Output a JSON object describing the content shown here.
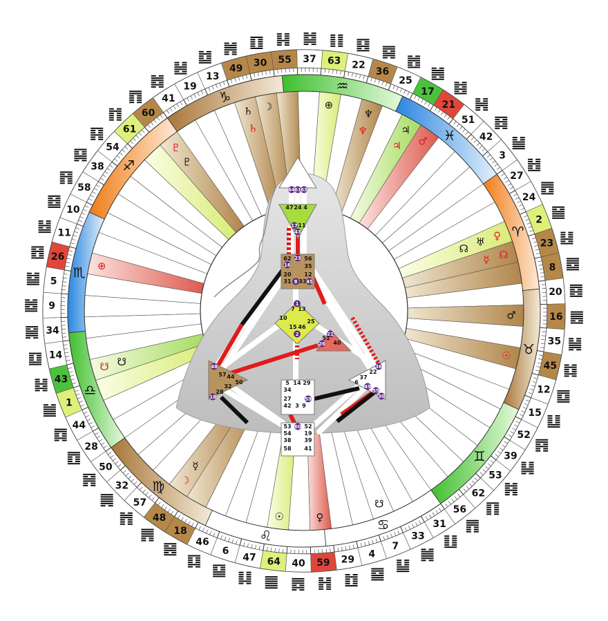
{
  "colors": {
    "tan": "#b5884a",
    "tan_light": "#e8d8b8",
    "green": "#4cc23c",
    "green_light": "#c8f0a0",
    "yellowgreen": "#dff07a",
    "red": "#e0473a",
    "orange": "#f08a28",
    "blue": "#2f8be0",
    "purple": "#5b2a86",
    "gray": "#c8c8c8",
    "gray_dark": "#9a9a9a",
    "black": "#111111",
    "body_red": "#e11b1b"
  },
  "gates": [
    {
      "n": "41",
      "hl": "none"
    },
    {
      "n": "19",
      "hl": "none"
    },
    {
      "n": "13",
      "hl": "none"
    },
    {
      "n": "49",
      "hl": "tan"
    },
    {
      "n": "30",
      "hl": "tan"
    },
    {
      "n": "55",
      "hl": "tan"
    },
    {
      "n": "37",
      "hl": "none"
    },
    {
      "n": "63",
      "hl": "yellowgreen"
    },
    {
      "n": "22",
      "hl": "none"
    },
    {
      "n": "36",
      "hl": "tan"
    },
    {
      "n": "25",
      "hl": "none"
    },
    {
      "n": "17",
      "hl": "green"
    },
    {
      "n": "21",
      "hl": "red"
    },
    {
      "n": "51",
      "hl": "none"
    },
    {
      "n": "42",
      "hl": "none"
    },
    {
      "n": "3",
      "hl": "none"
    },
    {
      "n": "27",
      "hl": "none"
    },
    {
      "n": "24",
      "hl": "none"
    },
    {
      "n": "2",
      "hl": "yellowgreen"
    },
    {
      "n": "23",
      "hl": "tan"
    },
    {
      "n": "8",
      "hl": "tan"
    },
    {
      "n": "20",
      "hl": "none"
    },
    {
      "n": "16",
      "hl": "tan"
    },
    {
      "n": "35",
      "hl": "none"
    },
    {
      "n": "45",
      "hl": "tan"
    },
    {
      "n": "12",
      "hl": "none"
    },
    {
      "n": "15",
      "hl": "none"
    },
    {
      "n": "52",
      "hl": "none"
    },
    {
      "n": "39",
      "hl": "none"
    },
    {
      "n": "53",
      "hl": "none"
    },
    {
      "n": "62",
      "hl": "none"
    },
    {
      "n": "56",
      "hl": "none"
    },
    {
      "n": "31",
      "hl": "none"
    },
    {
      "n": "33",
      "hl": "none"
    },
    {
      "n": "7",
      "hl": "none"
    },
    {
      "n": "4",
      "hl": "none"
    },
    {
      "n": "29",
      "hl": "none"
    },
    {
      "n": "59",
      "hl": "red"
    },
    {
      "n": "40",
      "hl": "none"
    },
    {
      "n": "64",
      "hl": "yellowgreen"
    },
    {
      "n": "47",
      "hl": "none"
    },
    {
      "n": "6",
      "hl": "none"
    },
    {
      "n": "46",
      "hl": "none"
    },
    {
      "n": "18",
      "hl": "tan"
    },
    {
      "n": "48",
      "hl": "tan"
    },
    {
      "n": "57",
      "hl": "none"
    },
    {
      "n": "32",
      "hl": "none"
    },
    {
      "n": "50",
      "hl": "none"
    },
    {
      "n": "28",
      "hl": "none"
    },
    {
      "n": "44",
      "hl": "none"
    },
    {
      "n": "1",
      "hl": "yellowgreen"
    },
    {
      "n": "43",
      "hl": "green"
    },
    {
      "n": "14",
      "hl": "none"
    },
    {
      "n": "34",
      "hl": "none"
    },
    {
      "n": "9",
      "hl": "none"
    },
    {
      "n": "5",
      "hl": "none"
    },
    {
      "n": "26",
      "hl": "red"
    },
    {
      "n": "11",
      "hl": "none"
    },
    {
      "n": "10",
      "hl": "none"
    },
    {
      "n": "58",
      "hl": "none"
    },
    {
      "n": "38",
      "hl": "none"
    },
    {
      "n": "54",
      "hl": "none"
    },
    {
      "n": "61",
      "hl": "yellowgreen"
    },
    {
      "n": "60",
      "hl": "tan"
    }
  ],
  "zodiac_signs": [
    {
      "glyph": "♑",
      "gradient": "tan"
    },
    {
      "glyph": "♒",
      "gradient": "green"
    },
    {
      "glyph": "♓",
      "gradient": "blue"
    },
    {
      "glyph": "♈",
      "gradient": "orange"
    },
    {
      "glyph": "♉",
      "gradient": "tan"
    },
    {
      "glyph": "♊",
      "gradient": "green"
    },
    {
      "glyph": "♋",
      "gradient": "none"
    },
    {
      "glyph": "♌",
      "gradient": "none"
    },
    {
      "glyph": "♍",
      "gradient": "tan"
    },
    {
      "glyph": "♎",
      "gradient": "green"
    },
    {
      "glyph": "♏",
      "gradient": "blue"
    },
    {
      "glyph": "♐",
      "gradient": "orange"
    }
  ],
  "planets": [
    {
      "glyph": "♇",
      "color": "red",
      "gate": "60"
    },
    {
      "glyph": "♇",
      "color": "black",
      "gate": "60"
    },
    {
      "glyph": "♄",
      "color": "black",
      "gate": "49"
    },
    {
      "glyph": "♄",
      "color": "red",
      "gate": "49"
    },
    {
      "glyph": "☽",
      "color": "black",
      "gate": "30"
    },
    {
      "glyph": "⊕",
      "color": "black",
      "gate": "63"
    },
    {
      "glyph": "♆",
      "color": "black",
      "gate": "36"
    },
    {
      "glyph": "♆",
      "color": "red",
      "gate": "36"
    },
    {
      "glyph": "♃",
      "color": "black",
      "gate": "17"
    },
    {
      "glyph": "♃",
      "color": "red",
      "gate": "17"
    },
    {
      "glyph": "♂",
      "color": "red",
      "gate": "21"
    },
    {
      "glyph": "♀",
      "color": "red",
      "gate": "2"
    },
    {
      "glyph": "♅",
      "color": "black",
      "gate": "2"
    },
    {
      "glyph": "☊",
      "color": "black",
      "gate": "2"
    },
    {
      "glyph": "☊",
      "color": "red",
      "gate": "23"
    },
    {
      "glyph": "☿",
      "color": "red",
      "gate": "23"
    },
    {
      "glyph": "♂",
      "color": "black",
      "gate": "16"
    },
    {
      "glyph": "☉",
      "color": "red",
      "gate": "45"
    },
    {
      "glyph": "☋",
      "color": "black",
      "gate": "7"
    },
    {
      "glyph": "♀",
      "color": "black",
      "gate": "59"
    },
    {
      "glyph": "☉",
      "color": "black",
      "gate": "64"
    },
    {
      "glyph": "☽",
      "color": "red",
      "gate": "48"
    },
    {
      "glyph": "☿",
      "color": "black",
      "gate": "48"
    },
    {
      "glyph": "☋",
      "color": "red",
      "gate": "43"
    },
    {
      "glyph": "☋",
      "color": "black",
      "gate": "43"
    },
    {
      "glyph": "⊕",
      "color": "red",
      "gate": "26"
    }
  ],
  "bodygraph_labels": [
    {
      "t": "64"
    },
    {
      "t": "61"
    },
    {
      "t": "63"
    },
    {
      "t": "47"
    },
    {
      "t": "24"
    },
    {
      "t": "4"
    },
    {
      "t": "17"
    },
    {
      "t": "11"
    },
    {
      "t": "43"
    },
    {
      "t": "62"
    },
    {
      "t": "23"
    },
    {
      "t": "56"
    },
    {
      "t": "16"
    },
    {
      "t": "35"
    },
    {
      "t": "20"
    },
    {
      "t": "12"
    },
    {
      "t": "31"
    },
    {
      "t": "8"
    },
    {
      "t": "33"
    },
    {
      "t": "45"
    },
    {
      "t": "1"
    },
    {
      "t": "7"
    },
    {
      "t": "13"
    },
    {
      "t": "10"
    },
    {
      "t": "25"
    },
    {
      "t": "15"
    },
    {
      "t": "46"
    },
    {
      "t": "2"
    },
    {
      "t": "21"
    },
    {
      "t": "51"
    },
    {
      "t": "26"
    },
    {
      "t": "40"
    },
    {
      "t": "48"
    },
    {
      "t": "57"
    },
    {
      "t": "44"
    },
    {
      "t": "50"
    },
    {
      "t": "32"
    },
    {
      "t": "28"
    },
    {
      "t": "18"
    },
    {
      "t": "5"
    },
    {
      "t": "14"
    },
    {
      "t": "29"
    },
    {
      "t": "34"
    },
    {
      "t": "27"
    },
    {
      "t": "59"
    },
    {
      "t": "42"
    },
    {
      "t": "3"
    },
    {
      "t": "9"
    },
    {
      "t": "36"
    },
    {
      "t": "37"
    },
    {
      "t": "6"
    },
    {
      "t": "22"
    },
    {
      "t": "49"
    },
    {
      "t": "55"
    },
    {
      "t": "30"
    },
    {
      "t": "53"
    },
    {
      "t": "60"
    },
    {
      "t": "52"
    },
    {
      "t": "54"
    },
    {
      "t": "19"
    },
    {
      "t": "38"
    },
    {
      "t": "39"
    },
    {
      "t": "58"
    },
    {
      "t": "41"
    }
  ]
}
